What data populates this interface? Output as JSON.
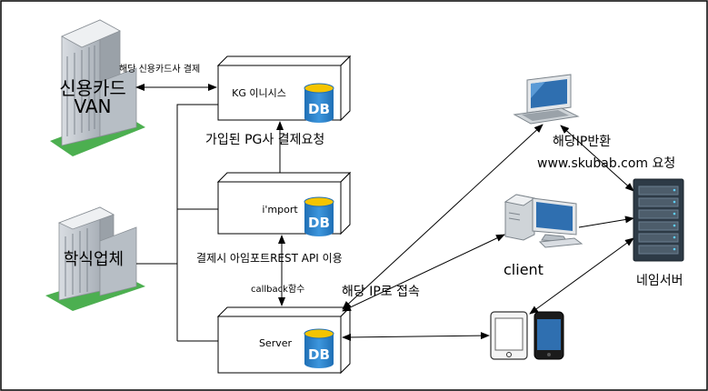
{
  "nodes": {
    "van": {
      "label_line1": "신용카드",
      "label_line2": "VAN"
    },
    "cafeteria": {
      "label": "학식업체"
    },
    "kg": {
      "label": "KG 이니시스",
      "db": "DB"
    },
    "iamport": {
      "label": "i'mport",
      "db": "DB"
    },
    "server": {
      "label": "Server",
      "db": "DB"
    },
    "client": {
      "label": "client"
    },
    "nameserver": {
      "label": "네임서버"
    }
  },
  "edges": {
    "card_payment": "해당 신용카드사 결제",
    "pg_request": "가입된 PG사 결제요청",
    "rest_api": "결제시 아임포트REST API 이용",
    "callback": "callback함수",
    "ip_access": "해당 IP로 접속",
    "ip_return": "해당IP반환",
    "dns_request": "www.skubab.com 요청"
  }
}
